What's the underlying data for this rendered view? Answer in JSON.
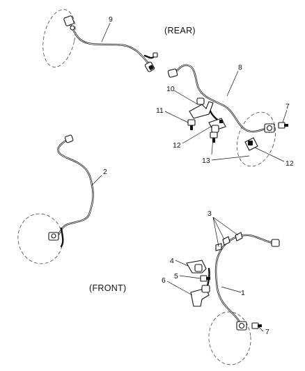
{
  "headings": {
    "rear": "(REAR)",
    "front": "(FRONT)"
  },
  "callouts": [
    "1",
    "2",
    "3",
    "4",
    "5",
    "6",
    "7",
    "7",
    "8",
    "9",
    "10",
    "11",
    "12",
    "12",
    "13"
  ]
}
